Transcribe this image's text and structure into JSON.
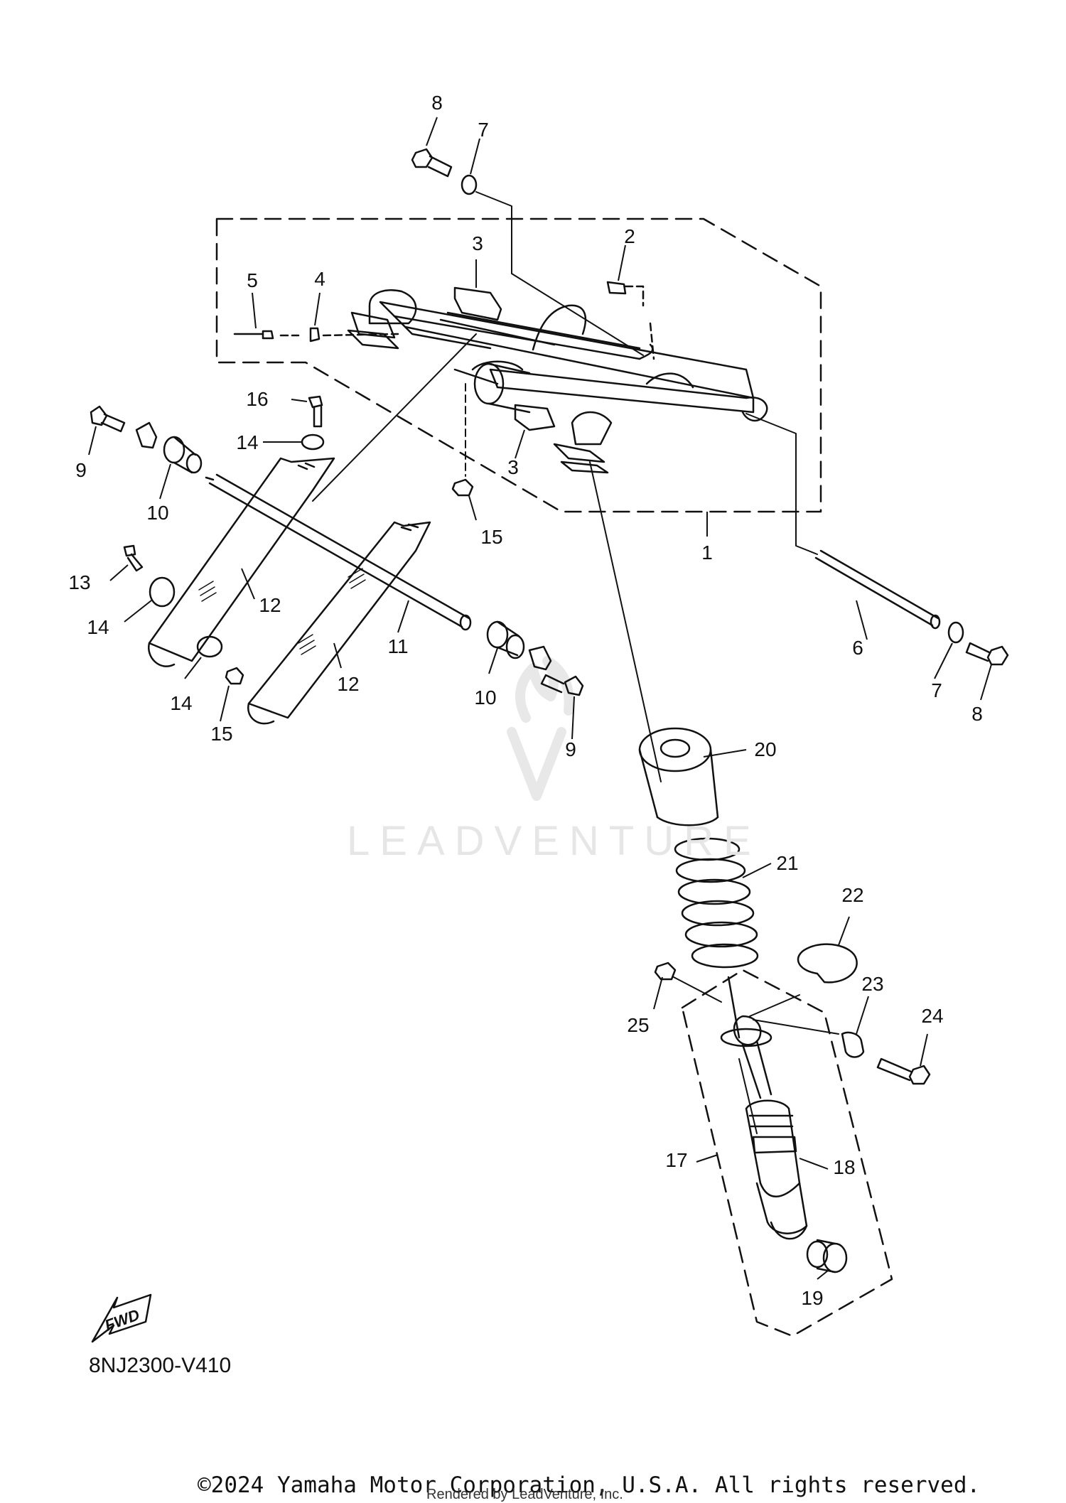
{
  "diagram": {
    "callouts": [
      {
        "id": "c1",
        "label": "1"
      },
      {
        "id": "c2",
        "label": "2"
      },
      {
        "id": "c3a",
        "label": "3"
      },
      {
        "id": "c3b",
        "label": "3"
      },
      {
        "id": "c4",
        "label": "4"
      },
      {
        "id": "c5",
        "label": "5"
      },
      {
        "id": "c6",
        "label": "6"
      },
      {
        "id": "c7a",
        "label": "7"
      },
      {
        "id": "c7b",
        "label": "7"
      },
      {
        "id": "c8a",
        "label": "8"
      },
      {
        "id": "c8b",
        "label": "8"
      },
      {
        "id": "c9a",
        "label": "9"
      },
      {
        "id": "c9b",
        "label": "9"
      },
      {
        "id": "c10a",
        "label": "10"
      },
      {
        "id": "c10b",
        "label": "10"
      },
      {
        "id": "c11",
        "label": "11"
      },
      {
        "id": "c12a",
        "label": "12"
      },
      {
        "id": "c12b",
        "label": "12"
      },
      {
        "id": "c13",
        "label": "13"
      },
      {
        "id": "c14a",
        "label": "14"
      },
      {
        "id": "c14b",
        "label": "14"
      },
      {
        "id": "c14c",
        "label": "14"
      },
      {
        "id": "c15a",
        "label": "15"
      },
      {
        "id": "c15b",
        "label": "15"
      },
      {
        "id": "c16",
        "label": "16"
      },
      {
        "id": "c17",
        "label": "17"
      },
      {
        "id": "c18",
        "label": "18"
      },
      {
        "id": "c19",
        "label": "19"
      },
      {
        "id": "c20",
        "label": "20"
      },
      {
        "id": "c21",
        "label": "21"
      },
      {
        "id": "c22",
        "label": "22"
      },
      {
        "id": "c23",
        "label": "23"
      },
      {
        "id": "c24",
        "label": "24"
      },
      {
        "id": "c25",
        "label": "25"
      }
    ],
    "fwd_label": "FWD",
    "diagram_code": "8NJ2300-V410",
    "watermark": "LEADVENTURE"
  },
  "footer": {
    "copyright": "©2024 Yamaha Motor Corporation, U.S.A. All rights reserved.",
    "rendered_by": "Rendered by LeadVenture, Inc."
  }
}
